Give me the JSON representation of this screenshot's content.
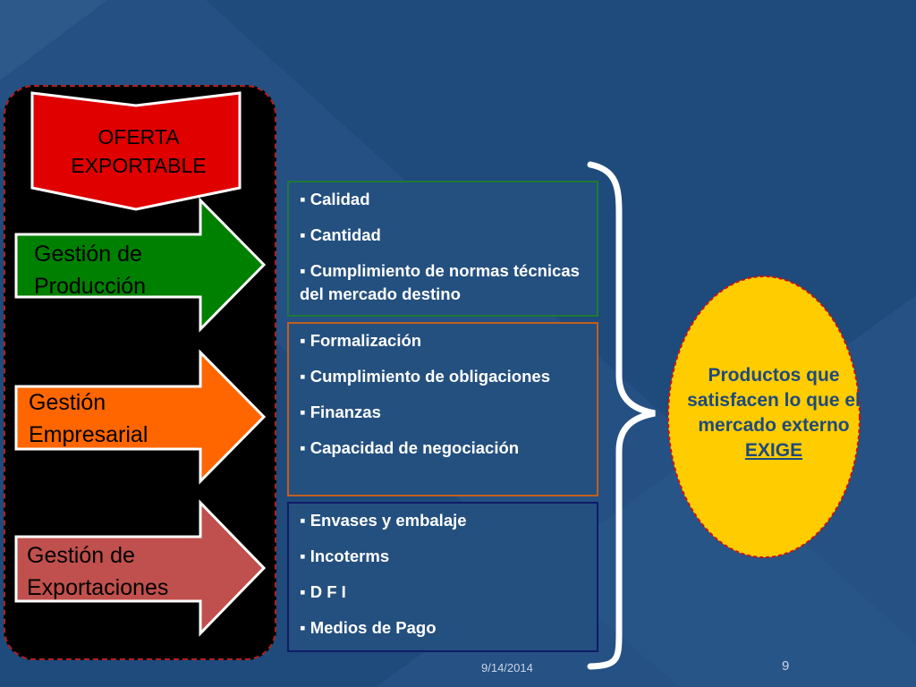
{
  "banner": {
    "line1": "OFERTA",
    "line2": "EXPORTABLE"
  },
  "arrows": [
    {
      "line1": "Gestión de",
      "line2": "Producción",
      "color": "#008000"
    },
    {
      "line1": "Gestión",
      "line2": "Empresarial",
      "color": "#ff6600"
    },
    {
      "line1": "Gestión de",
      "line2": "Exportaciones",
      "color": "#c0504d"
    }
  ],
  "boxes": [
    {
      "items": [
        "Calidad",
        "Cantidad",
        "Cumplimiento de normas técnicas del mercado destino"
      ],
      "border": "#1e7a36"
    },
    {
      "items": [
        "Formalización",
        "Cumplimiento de obligaciones",
        "Finanzas",
        "Capacidad de negociación"
      ],
      "border": "#c0601c"
    },
    {
      "items": [
        "Envases y embalaje",
        "Incoterms",
        "D F I",
        "Medios de Pago"
      ],
      "border": "#101b66"
    }
  ],
  "oval": {
    "text": "Productos que satisfacen lo que el mercado externo",
    "emphasis": "EXIGE",
    "fill": "#ffcc00"
  },
  "footer": {
    "date": "9/14/2014",
    "page": "9"
  }
}
